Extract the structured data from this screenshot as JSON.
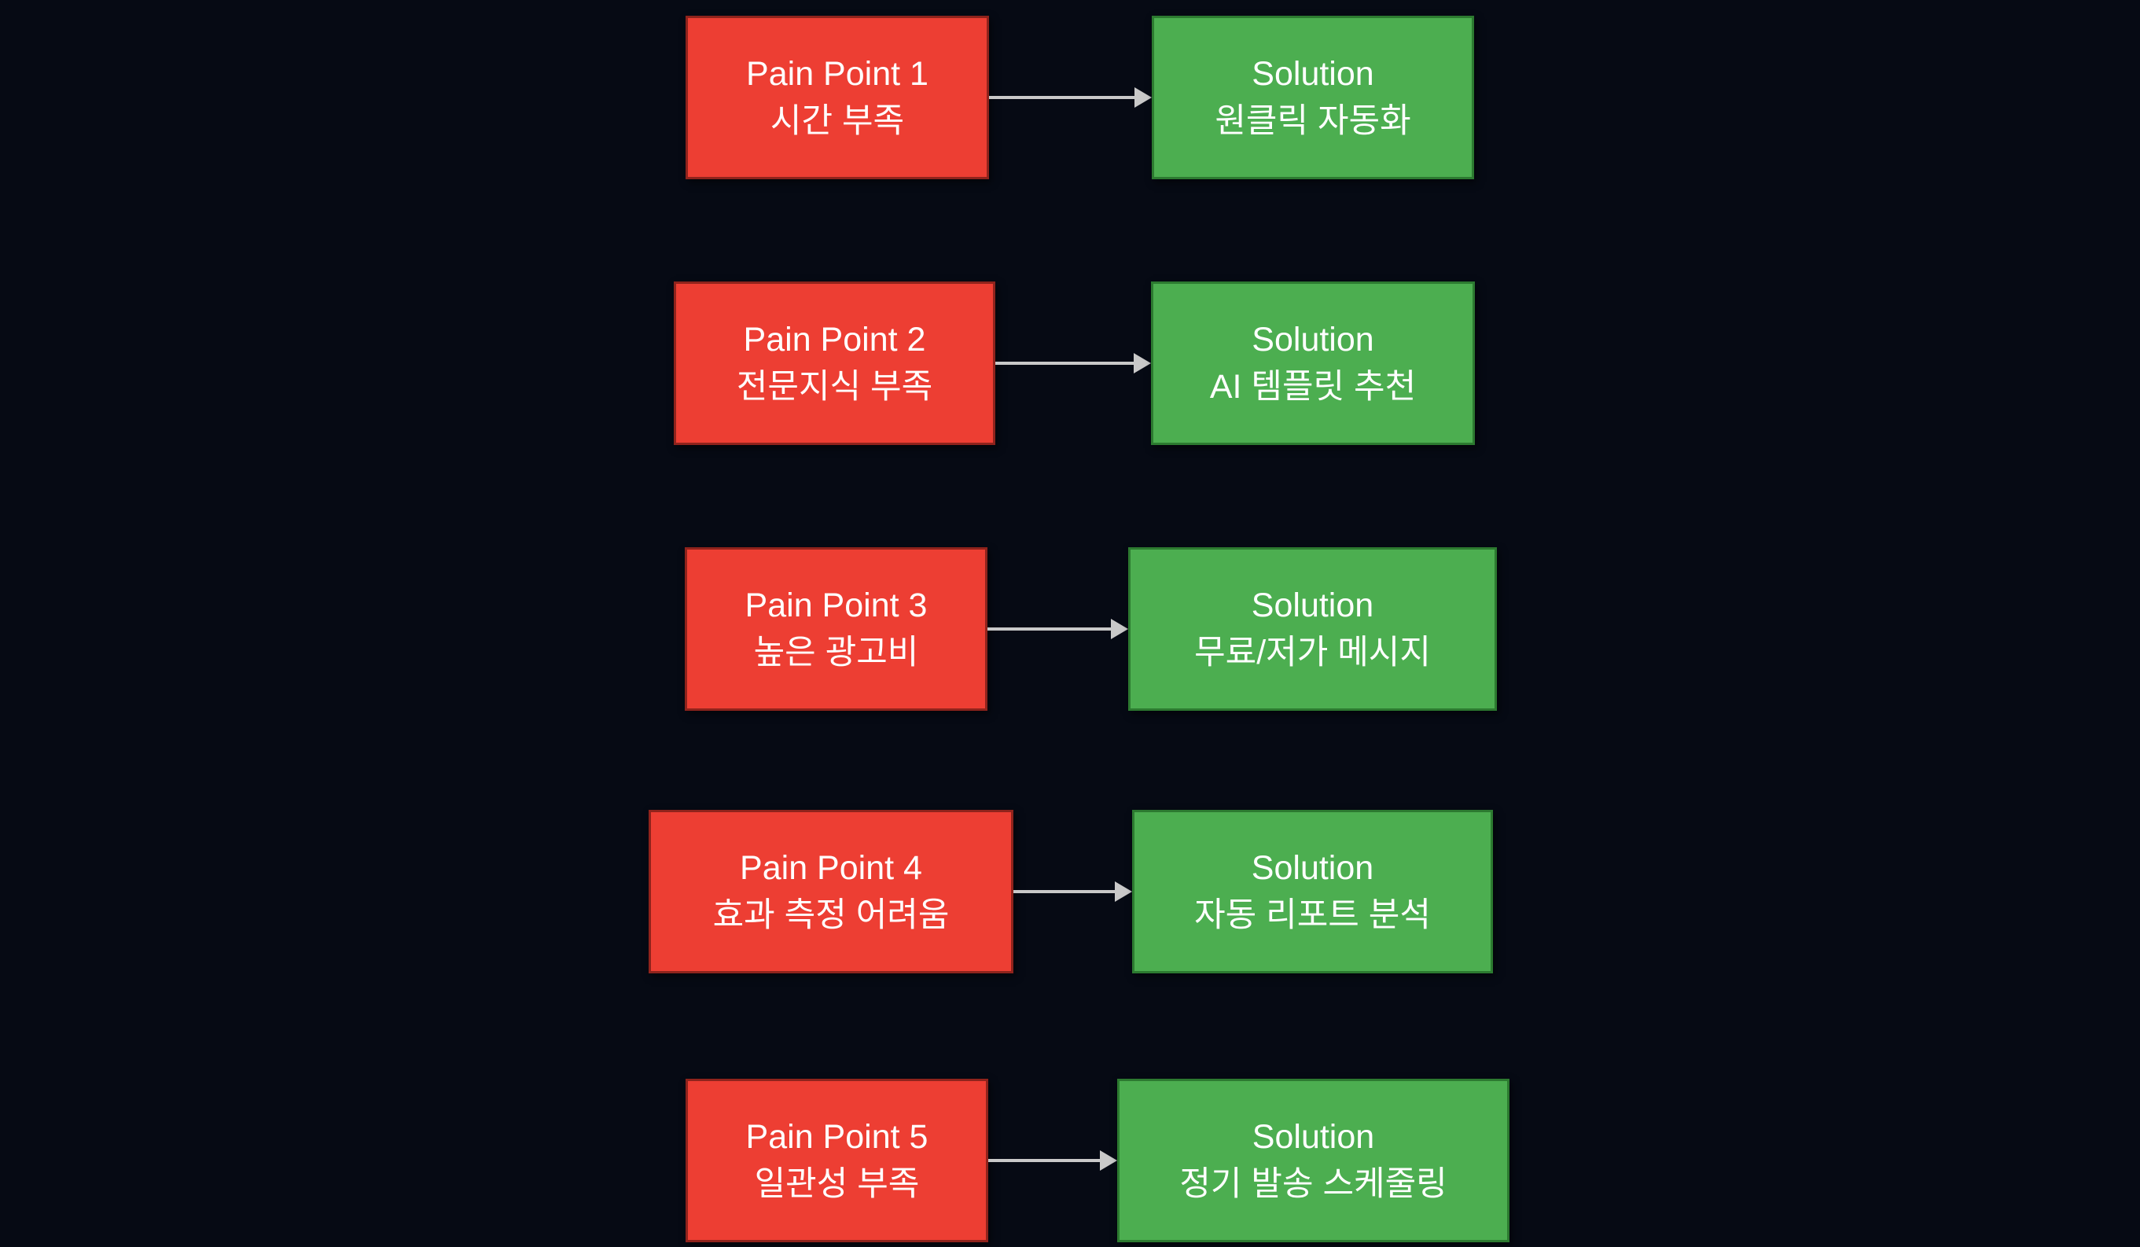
{
  "canvas": {
    "background": "#060a14"
  },
  "colors": {
    "canvas_bg": "#060a14",
    "pain_fill": "#ed3e33",
    "pain_border": "#8f231c",
    "solution_fill": "#4cae50",
    "solution_border": "#2c7a30",
    "arrow": "#c9c9c9",
    "text": "#ffffff"
  },
  "diagram": {
    "type": "pain-point-to-solution-mapping",
    "rows": [
      {
        "pain": {
          "title": "Pain Point 1",
          "subtitle": "시간 부족"
        },
        "solution": {
          "title": "Solution",
          "subtitle": "원클릭 자동화"
        }
      },
      {
        "pain": {
          "title": "Pain Point 2",
          "subtitle": "전문지식 부족"
        },
        "solution": {
          "title": "Solution",
          "subtitle": "AI 템플릿 추천"
        }
      },
      {
        "pain": {
          "title": "Pain Point 3",
          "subtitle": "높은 광고비"
        },
        "solution": {
          "title": "Solution",
          "subtitle": "무료/저가 메시지"
        }
      },
      {
        "pain": {
          "title": "Pain Point 4",
          "subtitle": "효과 측정 어려움"
        },
        "solution": {
          "title": "Solution",
          "subtitle": "자동 리포트 분석"
        }
      },
      {
        "pain": {
          "title": "Pain Point 5",
          "subtitle": "일관성 부족"
        },
        "solution": {
          "title": "Solution",
          "subtitle": "정기 발송 스케줄링"
        }
      }
    ]
  }
}
